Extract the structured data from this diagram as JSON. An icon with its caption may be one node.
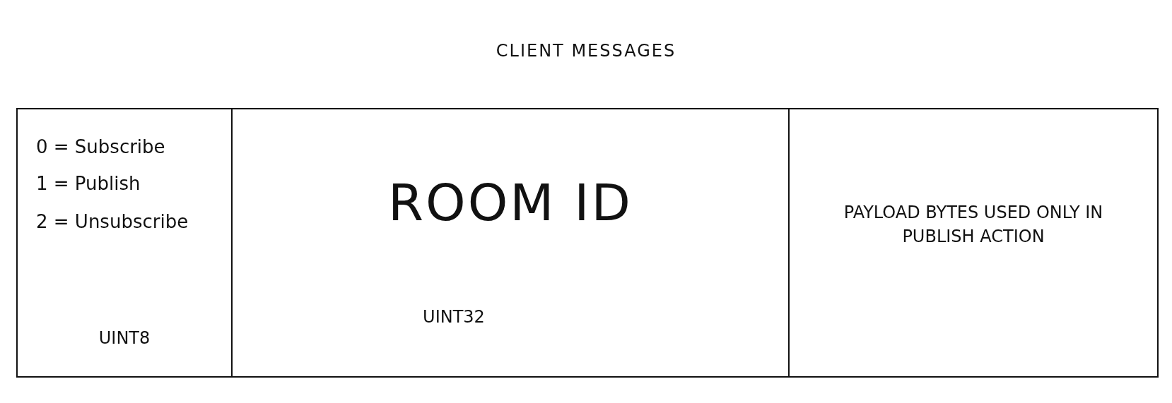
{
  "diagram": {
    "title": "CLIENT MESSAGES",
    "nodes": [
      {
        "text": [
          "0 = Subscribe",
          "1 = Publish",
          "2 = Unsubscribe",
          "UINT8"
        ]
      },
      {
        "text": [
          "ROOM ID",
          "UINT32"
        ]
      },
      {
        "text": [
          "PAYLOAD BYTES USED ONLY IN PUBLISH ACTION"
        ]
      }
    ]
  }
}
